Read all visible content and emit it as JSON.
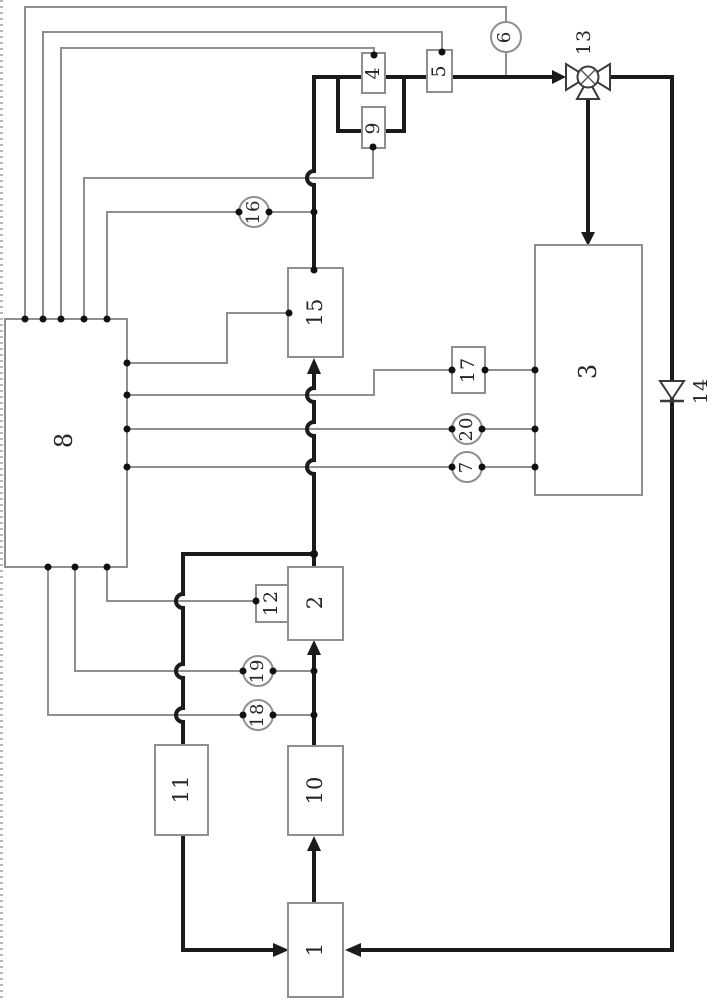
{
  "figure": {
    "colors": {
      "signal_line": "#8f8f8f",
      "pipe_line": "#1b1b1b",
      "text": "#262626",
      "dot": "#111111",
      "background": "#ffffff"
    }
  },
  "labels": {
    "b1": "1",
    "b2": "2",
    "b3": "3",
    "b4": "4",
    "b5": "5",
    "c6": "6",
    "c7": "7",
    "b8": "8",
    "b9": "9",
    "b10": "10",
    "b11": "11",
    "b12": "12",
    "v13": "13",
    "d14": "14",
    "b15": "15",
    "c16": "16",
    "b17": "17",
    "c18": "18",
    "c19": "19",
    "c20": "20"
  }
}
